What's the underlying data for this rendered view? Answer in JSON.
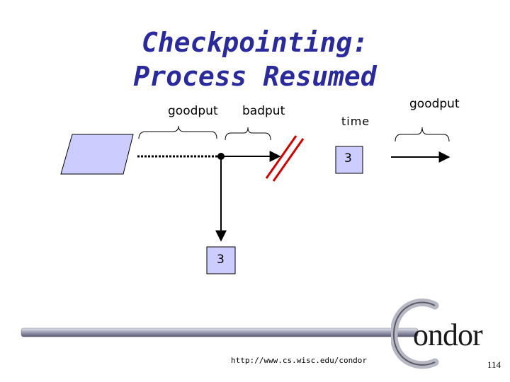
{
  "slide": {
    "title_line1": "Checkpointing:",
    "title_line2": "Process Resumed",
    "page_number": "114",
    "url": "http://www.cs.wisc.edu/condor"
  },
  "diagram": {
    "label_goodput_left": "goodput",
    "label_badput": "badput",
    "label_time": "time",
    "label_goodput_right": "goodput",
    "checkpoint_box_top": "3",
    "checkpoint_box_bottom": "3"
  },
  "logo": {
    "text": "ondor"
  },
  "colors": {
    "title": "#2a2a9a",
    "process_box": "#ccccff",
    "cut_mark": "#cc0000",
    "footer_bar": "#9a9ab0"
  }
}
